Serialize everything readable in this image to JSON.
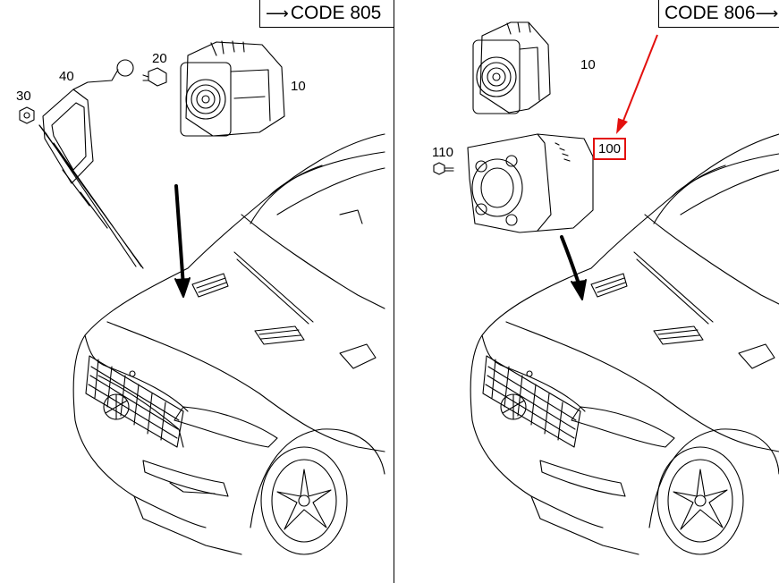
{
  "panels": {
    "left": {
      "code": "CODE 805",
      "labels": {
        "p30": "30",
        "p40": "40",
        "p20": "20",
        "p10": "10"
      }
    },
    "right": {
      "code": "CODE 806",
      "labels": {
        "p10": "10",
        "p110": "110",
        "p100": "100"
      }
    }
  },
  "colors": {
    "line": "#000000",
    "highlight": "#e3100e",
    "background": "#ffffff"
  },
  "icons": {
    "code_arrow": "long-right-arrow"
  }
}
